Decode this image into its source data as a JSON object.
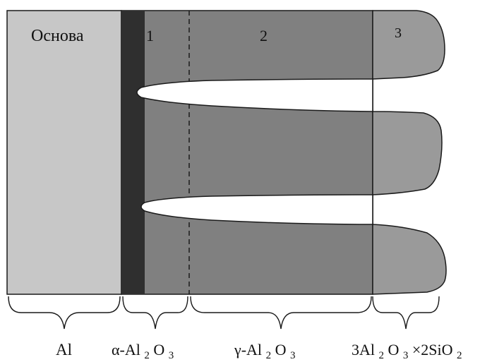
{
  "diagram": {
    "regions": {
      "base_label": "Основа",
      "zone1_label": "1",
      "zone2_label": "2",
      "zone3_label": "3"
    },
    "phases": {
      "al": "Al",
      "alpha_prefix": "α-Al",
      "alpha_sub1": "2",
      "alpha_mid": "O",
      "alpha_sub2": "3",
      "gamma_prefix": "γ-Al",
      "gamma_sub1": "2",
      "gamma_mid": "O",
      "gamma_sub2": "3",
      "mullite_prefix": "3Al",
      "mullite_sub1": "2",
      "mullite_mid": "O",
      "mullite_sub2": "3",
      "mullite_tail": "×2SiO",
      "mullite_sub3": "2"
    },
    "colors": {
      "base": "#c7c7c7",
      "alpha_layer": "#2f2f2f",
      "gamma_layer": "#808080",
      "mullite_layer": "#9a9a9a",
      "outline": "#1a1a1a",
      "pore": "#ffffff"
    }
  }
}
